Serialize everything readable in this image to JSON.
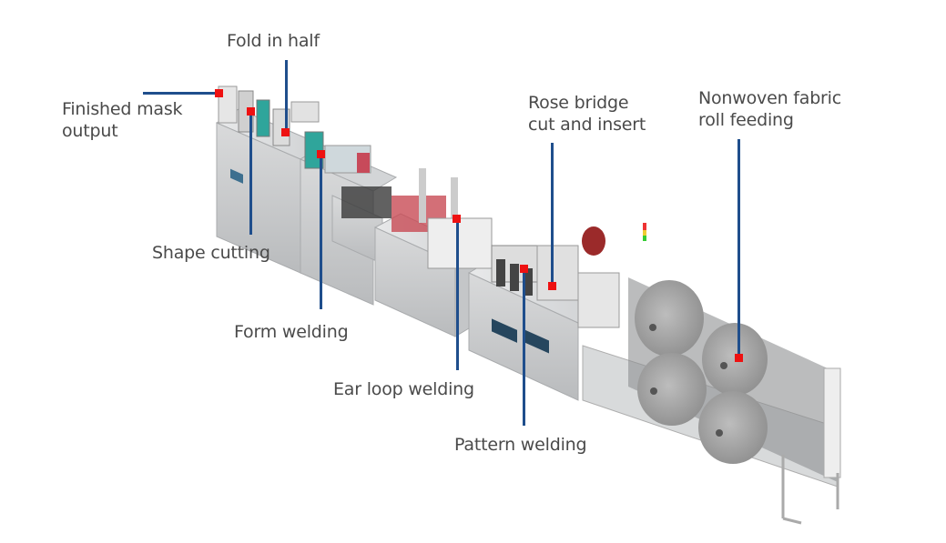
{
  "diagram": {
    "title": "Mask production line process stations",
    "colors": {
      "leader_line": "#1f4e8c",
      "marker": "#ee1111",
      "label_text": "#4a4a4a"
    },
    "stations": [
      {
        "id": "finished-mask-output",
        "label": "Finished mask\noutput"
      },
      {
        "id": "fold-in-half",
        "label": "Fold in half"
      },
      {
        "id": "shape-cutting",
        "label": "Shape cutting"
      },
      {
        "id": "form-welding",
        "label": "Form welding"
      },
      {
        "id": "ear-loop-welding",
        "label": "Ear loop welding"
      },
      {
        "id": "pattern-welding",
        "label": "Pattern welding"
      },
      {
        "id": "rose-bridge-cut-insert",
        "label": "Rose bridge\ncut and insert"
      },
      {
        "id": "nonwoven-fabric-roll-feeding",
        "label": "Nonwoven fabric\nroll feeding"
      }
    ]
  }
}
